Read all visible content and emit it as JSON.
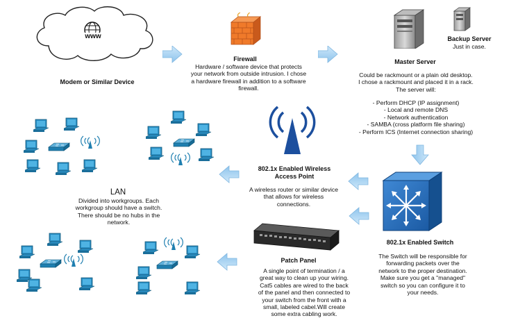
{
  "internet": {
    "cloud_label": "www",
    "title": "Modem or Similar Device"
  },
  "firewall": {
    "title": "Firewall",
    "description": "Hardware / software device that protects\nyour network from outside intrusion.  I chose\na hardware firewall in addition to a software\nfirewall."
  },
  "master_server": {
    "title": "Master Server",
    "description": "Could be rackmount or a plain old desktop.\nI chose a rackmount and placed it in a rack.\nThe server will:",
    "tasks": "- Perform DHCP (IP assignment)\n- Local and remote DNS\n- Network authentication\n- SAMBA (cross platform file sharing)\n- Perform ICS (Internet connection sharing)"
  },
  "backup_server": {
    "title": "Backup Server",
    "description": "Just in case."
  },
  "wireless": {
    "title": "802.1x Enabled Wireless\nAccess Point",
    "description": "A wireless router or similar device\nthat allows for wireless\nconnections."
  },
  "lan": {
    "title": "LAN",
    "description": "Divided into workgroups.  Each\nworkgroup should have a switch.\nThere should be no hubs in the\nnetwork."
  },
  "switch": {
    "title": "802.1x Enabled Switch",
    "description": "The Switch will be responsible for\nforwarding packets over the\nnetwork to the proper destination.\nMake sure you get a \"managed\"\nswitch so you can configure it to\nyour needs."
  },
  "patch_panel": {
    "title": "Patch Panel",
    "description": "A single point of termination / a\ngreat way to clean up your wiring.\nCat5 cables are wired to the back\nof the panel and then connected to\nyour switch from the front with a\nsmall, labeled cabel.Will create\nsome extra cabling work."
  },
  "colors": {
    "arrow": "#a9d4f2",
    "arrow_stroke": "#7fb6e0",
    "firewall": "#f07a2a",
    "wireless_blue": "#1c4f9e",
    "switch_blue": "#2f74c0",
    "workstation": "#1f7fb0"
  }
}
